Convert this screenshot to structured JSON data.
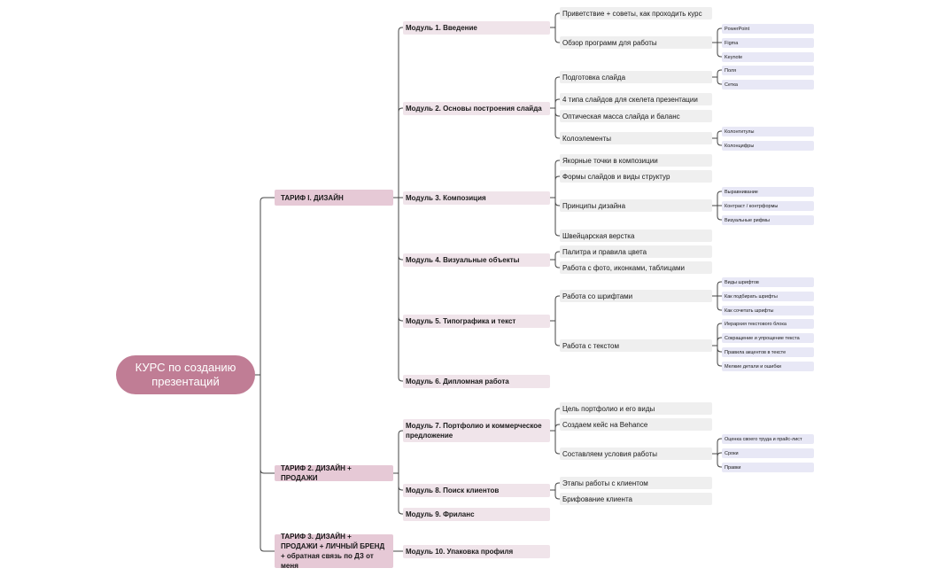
{
  "colors": {
    "root": "#c07d95",
    "tariff": "#e6c9d6",
    "module": "#f0e4ea",
    "topic": "#efefef",
    "sub": "#e8e8f6",
    "line": "#444444"
  },
  "root": "КУРС по созданию презентаций",
  "tariffs": [
    {
      "label": "ТАРИФ I. ДИЗАЙН"
    },
    {
      "label": "ТАРИФ 2. ДИЗАЙН + ПРОДАЖИ"
    },
    {
      "label": "ТАРИФ 3. ДИЗАЙН + ПРОДАЖИ + ЛИЧНЫЙ БРЕНД + обратная связь по ДЗ от меня"
    }
  ],
  "modules": [
    {
      "label": "Модуль 1. Введение"
    },
    {
      "label": "Модуль 2. Основы построения слайда"
    },
    {
      "label": "Модуль 3. Композиция"
    },
    {
      "label": "Модуль 4. Визуальные объекты"
    },
    {
      "label": "Модуль 5. Типографика и текст"
    },
    {
      "label": "Модуль 6. Дипломная работа"
    },
    {
      "label": "Модуль 7. Портфолио и коммерческое предложение"
    },
    {
      "label": "Модуль 8. Поиск клиентов"
    },
    {
      "label": "Модуль 9. Фриланс"
    },
    {
      "label": "Модуль 10. Упаковка профиля"
    }
  ],
  "topics": [
    {
      "label": "Приветствие + советы, как проходить курс"
    },
    {
      "label": "Обзор программ для работы"
    },
    {
      "label": "Подготовка слайда"
    },
    {
      "label": "4 типа слайдов для скелета презентации"
    },
    {
      "label": "Оптическая масса слайда и баланс"
    },
    {
      "label": "Колоэлементы"
    },
    {
      "label": "Якорные точки в композиции"
    },
    {
      "label": "Формы слайдов и виды структур"
    },
    {
      "label": "Принципы дизайна"
    },
    {
      "label": "Швейцарская верстка"
    },
    {
      "label": "Палитра и правила цвета"
    },
    {
      "label": "Работа с фото, иконками, таблицами"
    },
    {
      "label": "Работа со шрифтами"
    },
    {
      "label": "Работа с текстом"
    },
    {
      "label": "Цель портфолио и его виды"
    },
    {
      "label": "Создаем кейс на Behance"
    },
    {
      "label": "Составляем условия работы"
    },
    {
      "label": "Этапы работы с клиентом"
    },
    {
      "label": "Брифование клиента"
    }
  ],
  "subtopics": [
    {
      "label": "PowerPoint"
    },
    {
      "label": "Figma"
    },
    {
      "label": "Keynote"
    },
    {
      "label": "Поля"
    },
    {
      "label": "Сетка"
    },
    {
      "label": "Колонтитулы"
    },
    {
      "label": "Колонцифры"
    },
    {
      "label": "Выравнивание"
    },
    {
      "label": "Контраст / контрформы"
    },
    {
      "label": "Визуальные рифмы"
    },
    {
      "label": "Виды шрифтов"
    },
    {
      "label": "Как подбирать шрифты"
    },
    {
      "label": "Как сочетать шрифты"
    },
    {
      "label": "Иерархия текстового блока"
    },
    {
      "label": "Сокращение и упрощение текста"
    },
    {
      "label": "Правила акцентов в тексте"
    },
    {
      "label": "Мелкие детали и ошибки"
    },
    {
      "label": "Оценка своего труда и прайс-лист"
    },
    {
      "label": "Сроки"
    },
    {
      "label": "Правки"
    }
  ]
}
